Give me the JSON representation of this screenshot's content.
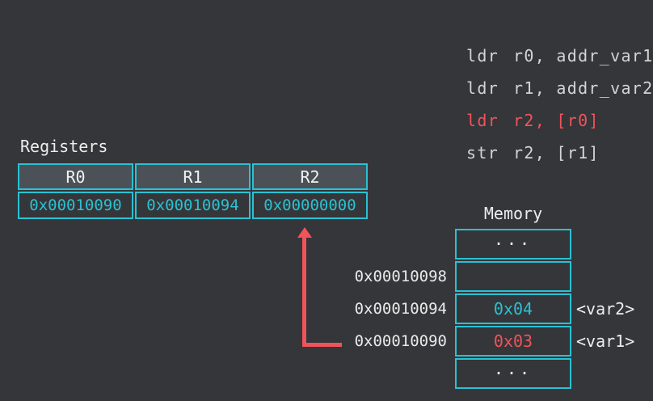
{
  "colors": {
    "background": "#343639",
    "accent_cyan": "#2bc1d3",
    "accent_red": "#f0545a",
    "header_cell_bg": "#4c5157",
    "text_white": "#ededed",
    "code_text": "#d4d4d4"
  },
  "code": {
    "lines": [
      {
        "mnemonic": "ldr",
        "operands": "r0, addr_var1",
        "highlighted": false
      },
      {
        "mnemonic": "ldr",
        "operands": "r1, addr_var2",
        "highlighted": false
      },
      {
        "mnemonic": "ldr",
        "operands": "r2, [r0]",
        "highlighted": true
      },
      {
        "mnemonic": "str",
        "operands": "r2, [r1]",
        "highlighted": false
      }
    ]
  },
  "registers": {
    "title": "Registers",
    "columns": [
      "R0",
      "R1",
      "R2"
    ],
    "values": [
      "0x00010090",
      "0x00010094",
      "0x00000000"
    ]
  },
  "memory": {
    "title": "Memory",
    "rows": [
      {
        "value": "...",
        "address": "",
        "label": ""
      },
      {
        "value": "",
        "address": "0x00010098",
        "label": ""
      },
      {
        "value": "0x04",
        "address": "0x00010094",
        "label": "<var2>"
      },
      {
        "value": "0x03",
        "address": "0x00010090",
        "label": "<var1>"
      },
      {
        "value": "...",
        "address": "",
        "label": ""
      }
    ]
  },
  "arrow": {
    "meaning": "points from memory address 0x00010090 to register R2"
  }
}
